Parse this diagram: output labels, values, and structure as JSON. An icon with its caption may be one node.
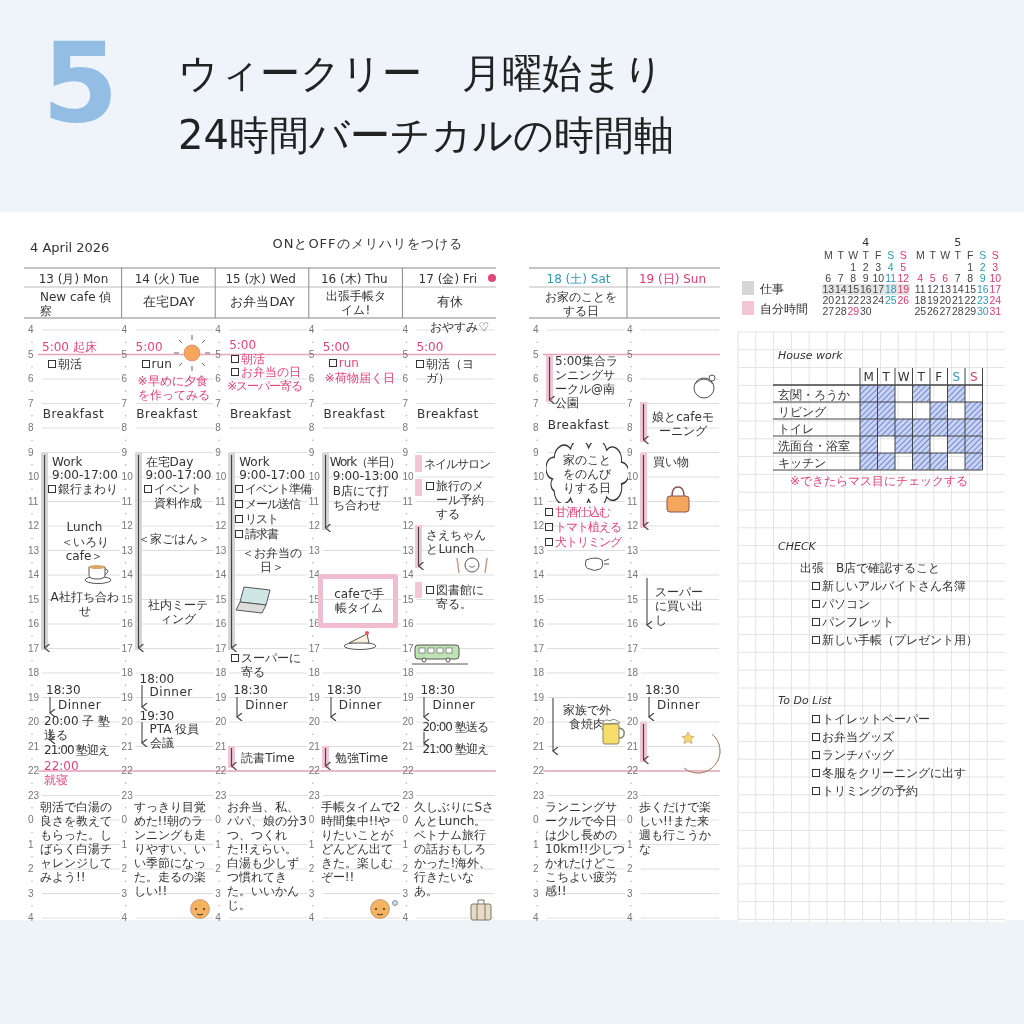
{
  "diagram": {
    "title": "ウィークリー　月曜始まり 24時間バーチカルの時間軸",
    "nodes": [
      {
        "text": [
          "cafeで手帳タイム"
        ]
      },
      {
        "text": [
          "家のことをのんびりする日"
        ]
      }
    ],
    "labels": [
      "5",
      "4 April 2026",
      "ONとOFFのメリハリをつける",
      "13 (月) Mon",
      "New cafe 偵察",
      "5:00 起床",
      "朝活",
      "Breakfast",
      "Work",
      "9:00-17:00",
      "銀行まわり",
      "Lunch",
      "＜いろりcafe＞",
      "A社打ち合わせ",
      "18:30",
      "Dinner",
      "20:00 子 塾送る",
      "21:00 塾迎え",
      "22:00 就寝",
      "朝活で白湯の良さを教えてもらった。しばらく白湯チャレンジしてみよう!!",
      "4",
      "5",
      "6",
      "7",
      "8",
      "9",
      "10",
      "11",
      "12",
      "13",
      "14",
      "15",
      "16",
      "17",
      "18",
      "19",
      "20",
      "21",
      "22",
      "23",
      "0",
      "1",
      "2",
      "3",
      "4",
      "14 (火) Tue",
      "在宅DAY",
      "5:00",
      "run",
      "※早めに夕食を作ってみる",
      "Breakfast",
      "在宅Day",
      "9:00-17:00",
      "イベント資料作成",
      "＜家ごはん＞",
      "社内ミーティング",
      "18:00",
      "Dinner",
      "19:30",
      "PTA 役員会議",
      "すっきり目覚めた!!朝のランニングも走りやすい、いい季節になった。走るの楽しい!!",
      "4",
      "5",
      "6",
      "7",
      "8",
      "9",
      "10",
      "11",
      "12",
      "13",
      "14",
      "15",
      "16",
      "17",
      "18",
      "19",
      "20",
      "21",
      "22",
      "23",
      "0",
      "1",
      "2",
      "3",
      "4",
      "15 (水) Wed",
      "お弁当DAY",
      "5:00",
      "朝活",
      "お弁当の日",
      "※スーパー寄る",
      "Breakfast",
      "Work",
      "9:00-17:00",
      "イベント準備",
      "メール送信",
      "リスト",
      "請求書",
      "＜お弁当の日＞",
      "スーパーに寄る",
      "18:30",
      "Dinner",
      "読書Time",
      "お弁当、私、パパ、娘の分3つ、つくれた!!えらい。白湯も少しずつ慣れてきた。いいかんじ。",
      "4",
      "5",
      "6",
      "7",
      "8",
      "9",
      "10",
      "11",
      "12",
      "13",
      "14",
      "15",
      "16",
      "17",
      "18",
      "19",
      "20",
      "21",
      "22",
      "23",
      "0",
      "1",
      "2",
      "3",
      "4",
      "16 (木) Thu",
      "出張手帳タイム!",
      "5:00",
      "run",
      "※荷物届く日",
      "Breakfast",
      "Work（半日）",
      "9:00-13:00",
      "B店にて打ち合わせ",
      "18:30",
      "Dinner",
      "勉強Time",
      "手帳タイムで2時間集中!!やりたいことがどんどん出てきた。楽しむぞー!!",
      "4",
      "5",
      "6",
      "7",
      "8",
      "9",
      "10",
      "11",
      "12",
      "13",
      "14",
      "15",
      "16",
      "17",
      "18",
      "19",
      "20",
      "21",
      "22",
      "23",
      "0",
      "1",
      "2",
      "3",
      "4",
      "17 (金) Fri",
      "有休",
      "おやすみ♡",
      "5:00",
      "朝活（ヨガ）",
      "Breakfast",
      "ネイルサロン",
      "旅行のメール予約する",
      "さえちゃんとLunch",
      "図書館に寄る。",
      "18:30",
      "Dinner",
      "20:00 塾送る",
      "21:00 塾迎え",
      "久しぶりにSさんとLunch。ベトナム旅行の話おもしろかった!海外、行きたいなあ。",
      "4",
      "5",
      "6",
      "7",
      "8",
      "9",
      "10",
      "11",
      "12",
      "13",
      "14",
      "15",
      "16",
      "17",
      "18",
      "19",
      "20",
      "21",
      "22",
      "23",
      "0",
      "1",
      "2",
      "3",
      "4",
      "18 (土) Sat",
      "お家のことをする日",
      "5:00集合ランニングサークル@南公園",
      "Breakfast",
      "甘酒仕込む",
      "トマト植える",
      "犬トリミング",
      "家族で外食焼肉",
      "ランニングサークルで今日は少し長めの10km!!少しつかれたけどここちよい疲労感!!",
      "4",
      "5",
      "6",
      "7",
      "8",
      "9",
      "10",
      "11",
      "12",
      "13",
      "14",
      "15",
      "16",
      "17",
      "18",
      "19",
      "20",
      "21",
      "22",
      "23",
      "0",
      "1",
      "2",
      "3",
      "4",
      "19 (日) Sun",
      "娘とcafeモーニング",
      "買い物",
      "スーパーに買い出し",
      "18:30",
      "Dinner",
      "歩くだけで楽しい!!また来週も行こうかな",
      "4",
      "5",
      "6",
      "7",
      "8",
      "9",
      "10",
      "11",
      "12",
      "13",
      "14",
      "15",
      "16",
      "17",
      "18",
      "19",
      "20",
      "21",
      "22",
      "23",
      "0",
      "1",
      "2",
      "3",
      "4",
      "4",
      "M",
      "T",
      "W",
      "T",
      "F",
      "S",
      "S",
      "1",
      "2",
      "3",
      "4",
      "5",
      "6",
      "7",
      "8",
      "9",
      "10",
      "11",
      "12",
      "13",
      "14",
      "15",
      "16",
      "17",
      "18",
      "19",
      "20",
      "21",
      "22",
      "23",
      "24",
      "25",
      "26",
      "27",
      "28",
      "29",
      "30",
      "5",
      "M",
      "T",
      "W",
      "T",
      "F",
      "S",
      "S",
      "1",
      "2",
      "3",
      "4",
      "5",
      "6",
      "7",
      "8",
      "9",
      "10",
      "11",
      "12",
      "13",
      "14",
      "15",
      "16",
      "17",
      "18",
      "19",
      "20",
      "21",
      "22",
      "23",
      "24",
      "25",
      "26",
      "27",
      "28",
      "29",
      "30",
      "31",
      "House work",
      "M",
      "T",
      "W",
      "T",
      "F",
      "S",
      "S",
      "玄関・ろうか",
      "リビング",
      "トイレ",
      "洗面台・浴室",
      "キッチン",
      "※できたらマス目にチェックする",
      "CHECK",
      "出張　B店で確認すること",
      "新しいアルバイトさん名簿",
      "パソコン",
      "パンフレット",
      "新しい手帳（プレゼント用）",
      "To Do List",
      "トイレットペーパー",
      "お弁当グッズ",
      "ランチバッグ",
      "冬服をクリーニングに出す",
      "トリミングの予約"
    ],
    "legend": [
      {
        "text": "仕事",
        "color": "#d6d6d6"
      },
      {
        "text": "自分時間",
        "color": "#f2c6d6"
      }
    ]
  }
}
